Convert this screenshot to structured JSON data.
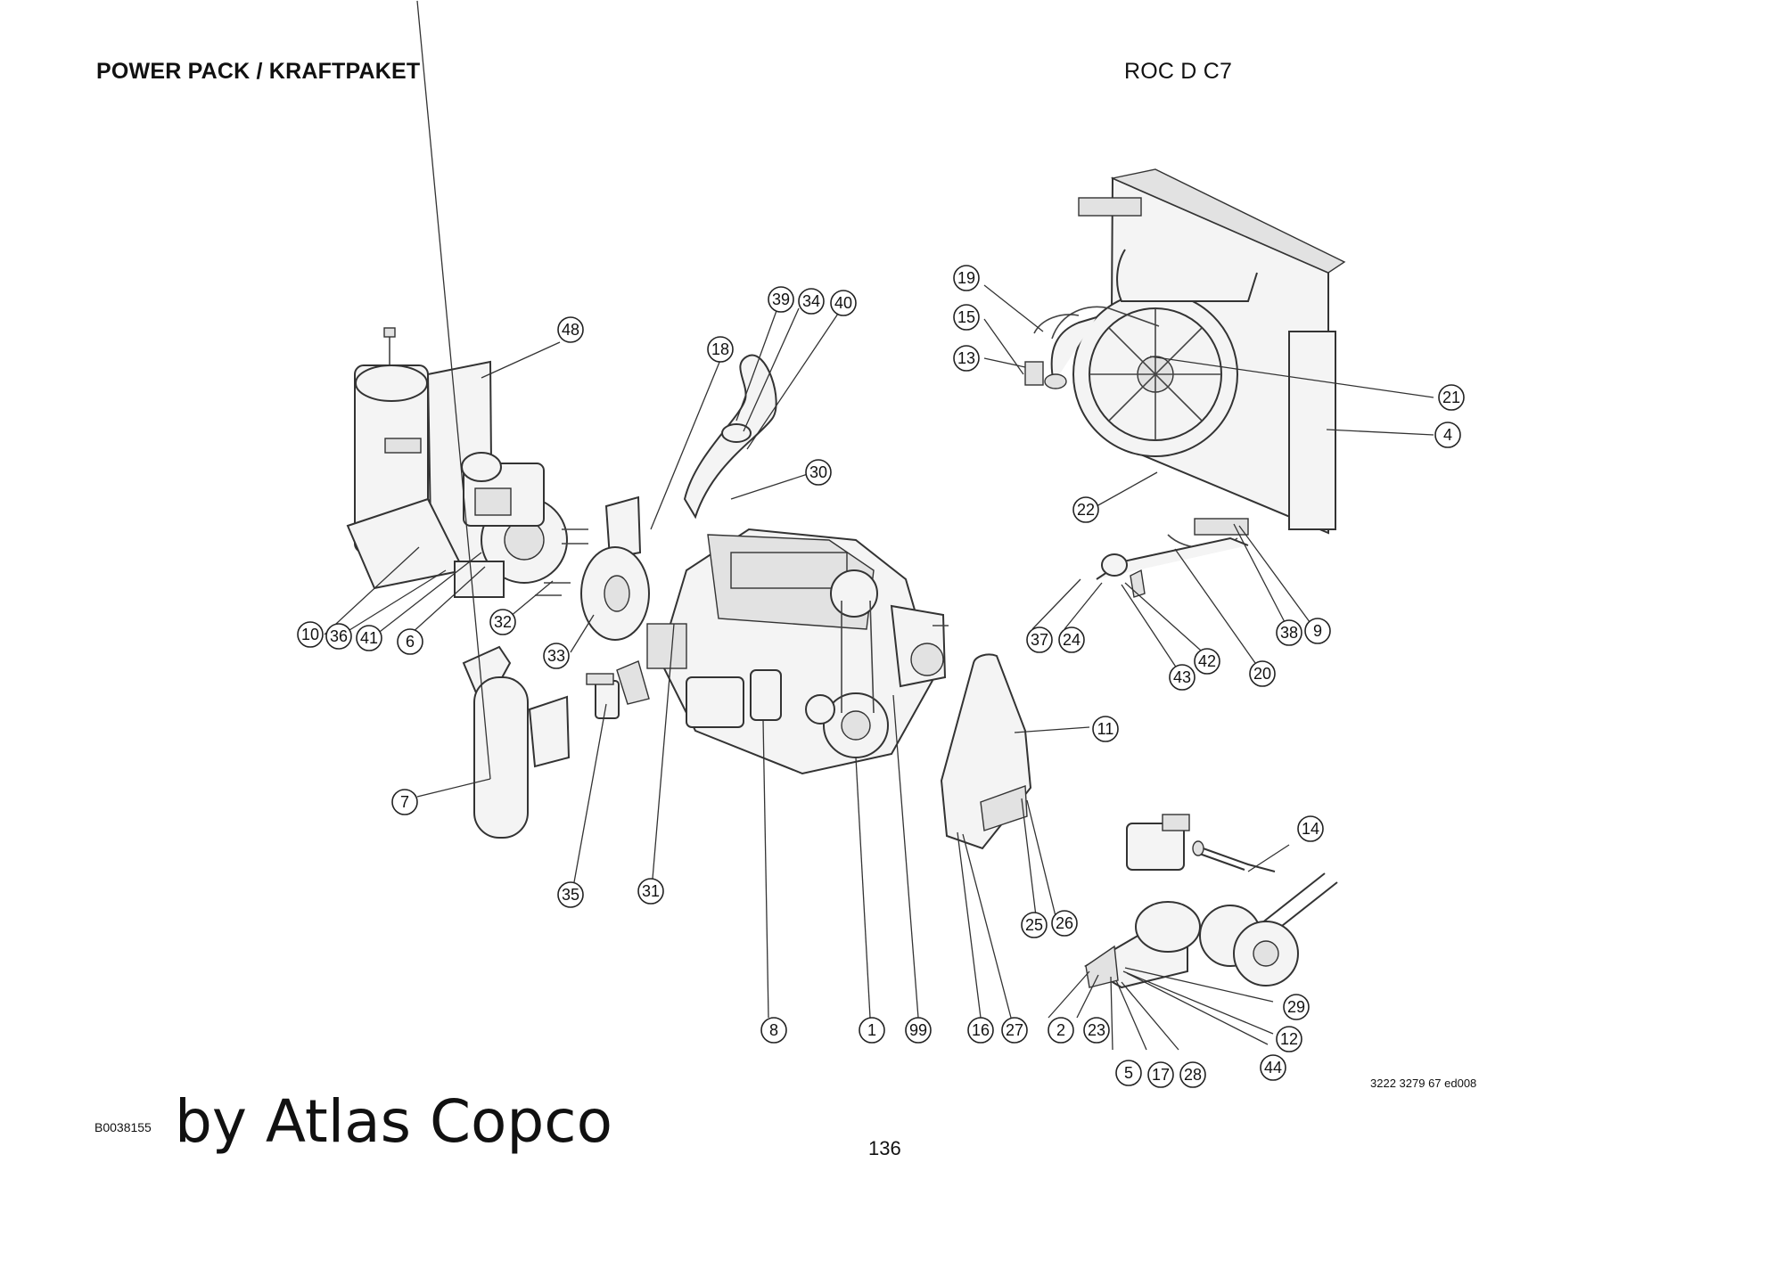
{
  "header": {
    "title": "POWER PACK / KRAFTPAKET",
    "model": "ROC D C7"
  },
  "callouts": [
    "1",
    "2",
    "4",
    "5",
    "6",
    "7",
    "8",
    "9",
    "10",
    "11",
    "12",
    "13",
    "14",
    "15",
    "16",
    "17",
    "18",
    "19",
    "20",
    "21",
    "22",
    "23",
    "24",
    "25",
    "26",
    "27",
    "28",
    "29",
    "30",
    "31",
    "32",
    "33",
    "34",
    "35",
    "36",
    "37",
    "38",
    "39",
    "40",
    "41",
    "42",
    "43",
    "44",
    "48",
    "99"
  ],
  "drawing_number": "3222 3279 67 ed008",
  "footer": {
    "doc_code": "B0038155",
    "brand": "by Atlas Copco",
    "page": "136"
  }
}
